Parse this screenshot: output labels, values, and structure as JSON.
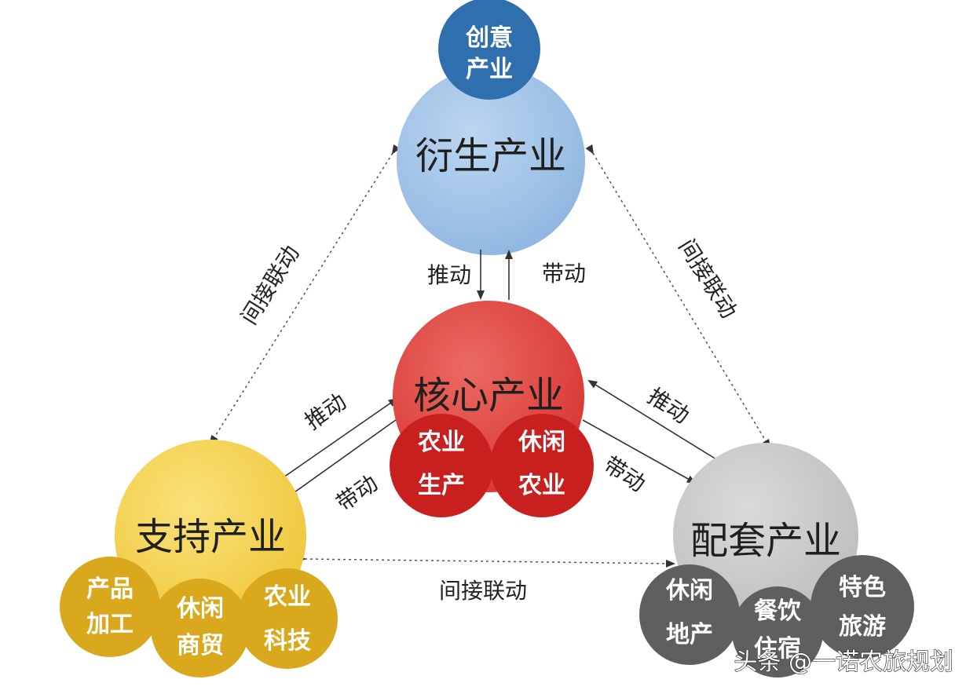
{
  "colors": {
    "derivative": "#9fc3e6",
    "core": "#e1443f",
    "support": "#f3cf49",
    "supporting": "#c9c9cc",
    "creative": "#2f6fae",
    "core_sub": "#c8201e",
    "support_sub": "#d9a81d",
    "supporting_sub": "#5f5f62"
  },
  "nodes": {
    "derivative": {
      "label": "衍生产业",
      "top_bubble": {
        "line1": "创意",
        "line2": "产业"
      }
    },
    "core": {
      "label": "核心产业",
      "subs": [
        {
          "line1": "农业",
          "line2": "生产"
        },
        {
          "line1": "休闲",
          "line2": "农业"
        }
      ]
    },
    "support": {
      "label": "支持产业",
      "subs": [
        {
          "line1": "产品",
          "line2": "加工"
        },
        {
          "line1": "休闲",
          "line2": "商贸"
        },
        {
          "line1": "农业",
          "line2": "科技"
        }
      ]
    },
    "supporting": {
      "label": "配套产业",
      "subs": [
        {
          "line1": "休闲",
          "line2": "地产"
        },
        {
          "line1": "餐饮",
          "line2": "住宿"
        },
        {
          "line1": "特色",
          "line2": "旅游"
        }
      ]
    }
  },
  "relations": {
    "derivative_to_core": "推动",
    "core_to_derivative": "带动",
    "support_to_core": "推动",
    "core_to_support": "带动",
    "supporting_to_core": "推动",
    "core_to_supporting": "带动",
    "indirect_left": "间接联动",
    "indirect_right": "间接联动",
    "indirect_bottom": "间接联动"
  },
  "watermark": "头条 @一诺农旅规划"
}
